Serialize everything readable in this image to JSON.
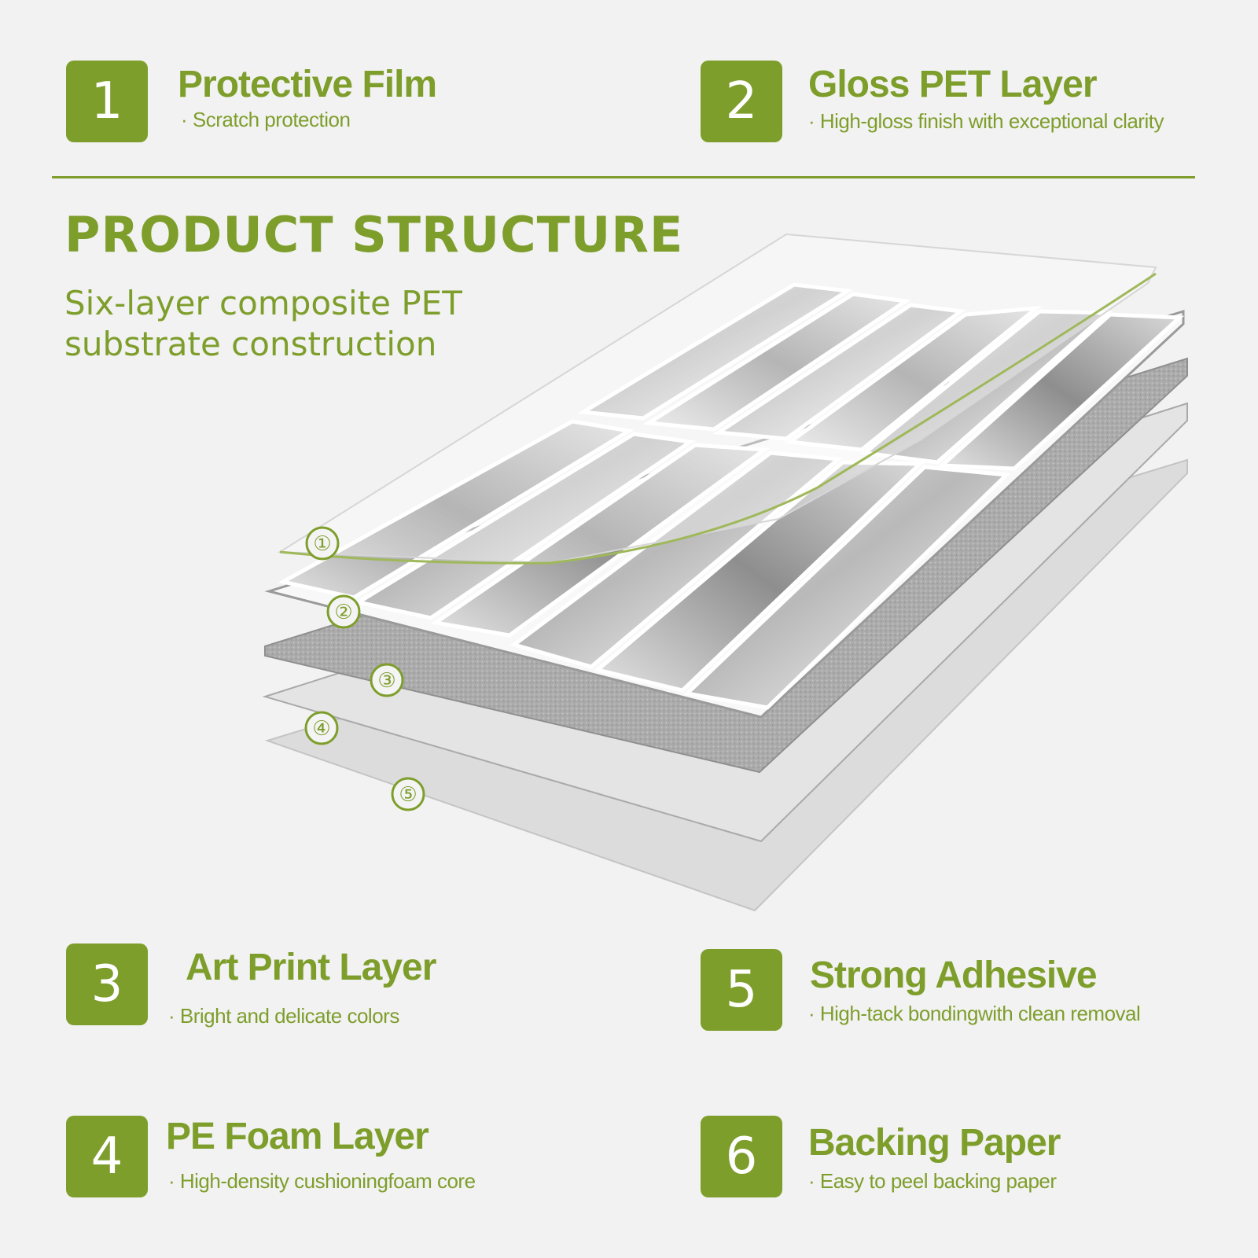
{
  "heading": "PRODUCT STRUCTURE",
  "subheading": "Six-layer composite PET substrate construction",
  "features": [
    {
      "number": "1",
      "title": "Protective Film",
      "desc": "· Scratch protection"
    },
    {
      "number": "2",
      "title": "Gloss PET Layer",
      "desc": "· High-gloss finish with exceptional clarity"
    },
    {
      "number": "3",
      "title": "Art Print Layer",
      "desc": "· Bright and delicate colors"
    },
    {
      "number": "4",
      "title": "PE Foam Layer",
      "desc": "· High-density cushioningfoam core"
    },
    {
      "number": "5",
      "title": "Strong Adhesive",
      "desc": "· High-tack bondingwith clean removal"
    },
    {
      "number": "6",
      "title": "Backing Paper",
      "desc": "· Easy to peel backing paper"
    }
  ],
  "layer_markers": [
    "①",
    "②",
    "③",
    "④",
    "⑤"
  ],
  "colors": {
    "accent": "#7e9e2c",
    "background": "#f2f2f2"
  }
}
